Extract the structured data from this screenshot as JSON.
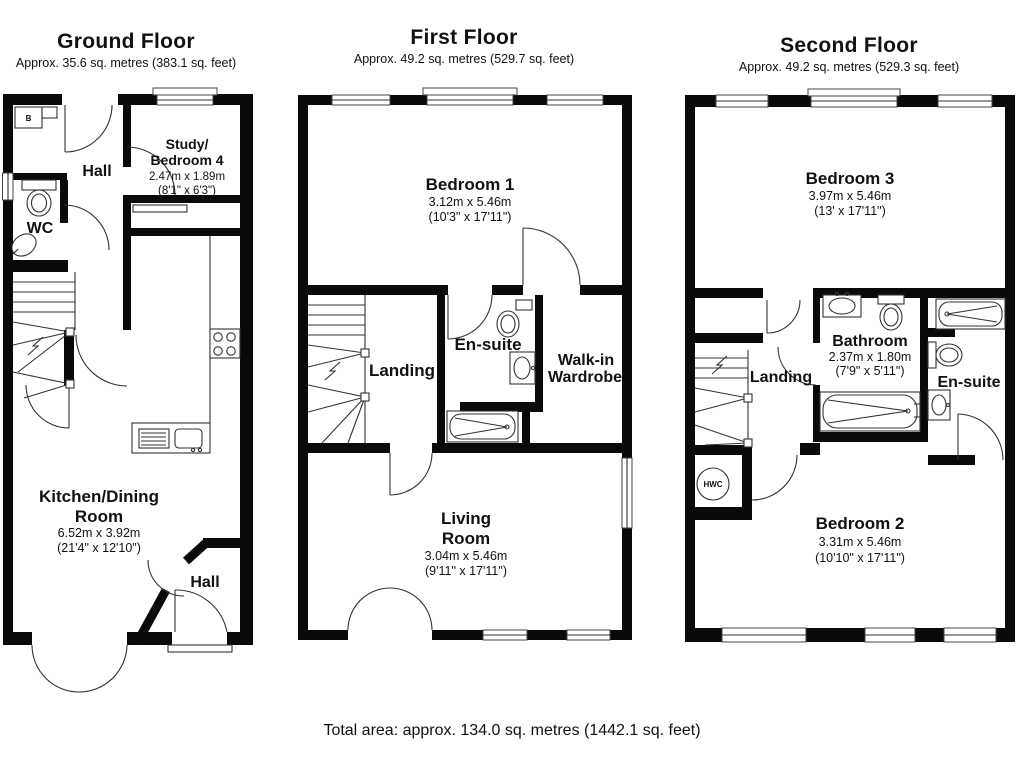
{
  "floors": {
    "ground": {
      "title": "Ground Floor",
      "subtitle": "Approx. 35.6 sq. metres (383.1 sq. feet)",
      "rooms": {
        "hall_top": "Hall",
        "study_line1": "Study/",
        "study_line2": "Bedroom 4",
        "study_dims_m": "2.47m x 1.89m",
        "study_dims_ft": "(8'1\" x 6'3\")",
        "wc": "WC",
        "kitchen_line1": "Kitchen/Dining",
        "kitchen_line2": "Room",
        "kitchen_dims_m": "6.52m x 3.92m",
        "kitchen_dims_ft": "(21'4\" x 12'10\")",
        "hall_bottom": "Hall",
        "boiler": "B"
      }
    },
    "first": {
      "title": "First Floor",
      "subtitle": "Approx. 49.2 sq. metres (529.7 sq. feet)",
      "rooms": {
        "bedroom1": "Bedroom 1",
        "bedroom1_dims_m": "3.12m x 5.46m",
        "bedroom1_dims_ft": "(10'3\" x 17'11\")",
        "landing": "Landing",
        "ensuite": "En-suite",
        "wardrobe_line1": "Walk-in",
        "wardrobe_line2": "Wardrobe",
        "living_line1": "Living",
        "living_line2": "Room",
        "living_dims_m": "3.04m x 5.46m",
        "living_dims_ft": "(9'11\" x 17'11\")"
      }
    },
    "second": {
      "title": "Second Floor",
      "subtitle": "Approx. 49.2 sq. metres (529.3 sq. feet)",
      "rooms": {
        "bedroom3": "Bedroom 3",
        "bedroom3_dims_m": "3.97m x 5.46m",
        "bedroom3_dims_ft": "(13' x 17'11\")",
        "bathroom": "Bathroom",
        "bathroom_dims_m": "2.37m x 1.80m",
        "bathroom_dims_ft": "(7'9\" x 5'11\")",
        "landing": "Landing",
        "ensuite": "En-suite",
        "hwc": "HWC",
        "bedroom2": "Bedroom 2",
        "bedroom2_dims_m": "3.31m x 5.46m",
        "bedroom2_dims_ft": "(10'10\" x 17'11\")"
      }
    }
  },
  "footer": {
    "total_area": "Total area: approx. 134.0 sq. metres (1442.1 sq. feet)"
  }
}
